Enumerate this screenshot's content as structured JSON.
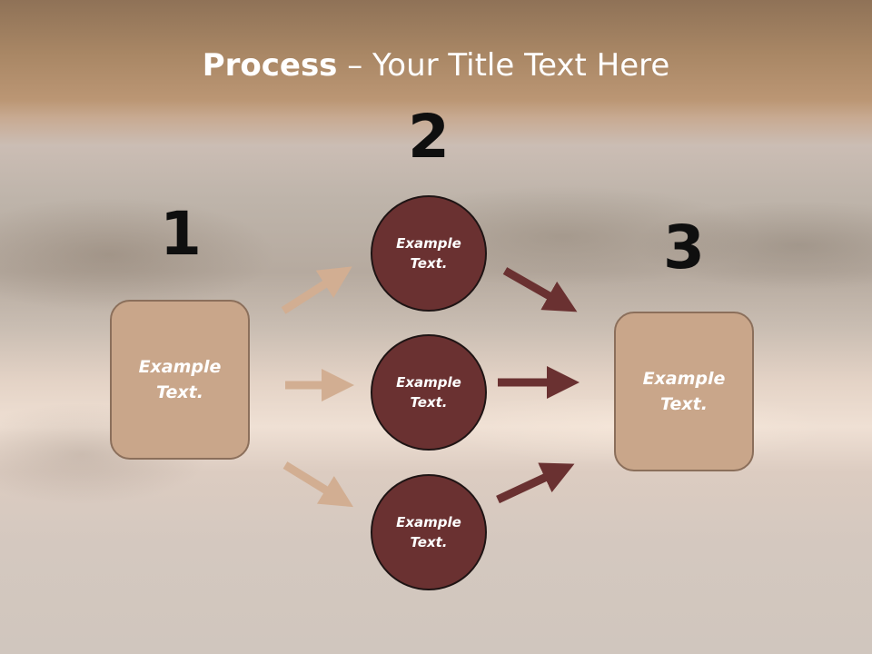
{
  "title": {
    "bold": "Process",
    "rest": " – Your Title Text Here"
  },
  "steps": [
    "1",
    "2",
    "3"
  ],
  "source_box": {
    "line1": "Example",
    "line2": "Text."
  },
  "middle_circles": [
    {
      "line1": "Example",
      "line2": "Text."
    },
    {
      "line1": "Example",
      "line2": "Text."
    },
    {
      "line1": "Example",
      "line2": "Text."
    }
  ],
  "target_box": {
    "line1": "Example",
    "line2": "Text."
  },
  "colors": {
    "box_fill": "#c9a68a",
    "circle_fill": "#6a3131",
    "arrow_light": "#d2ae92",
    "arrow_dark": "#6a3131"
  }
}
